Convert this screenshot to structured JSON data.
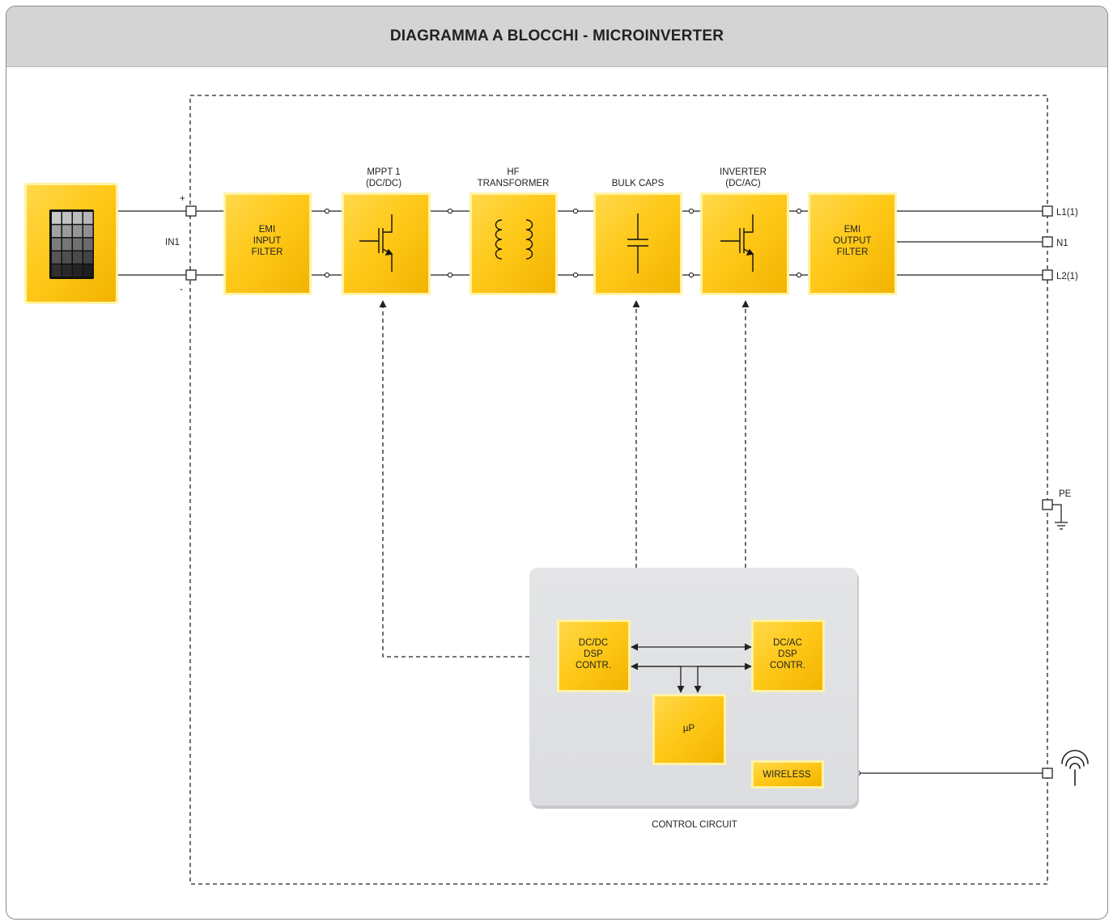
{
  "header": {
    "title": "DIAGRAMMA A BLOCCHI - MICROINVERTER"
  },
  "colors": {
    "block_fill": "#ffcc1f",
    "block_glow": "#fff2a6",
    "control_panel": "#e2e3e5",
    "line": "#222222"
  },
  "input": {
    "plus": "+",
    "minus": "-",
    "label": "IN1",
    "pv_panel_icon": "solar-panel-icon"
  },
  "stages": [
    {
      "title": [
        "MPPT 1",
        "(DC/DC)"
      ],
      "icon": "transistor-icon"
    },
    {
      "title": [
        "HF",
        "TRANSFORMER"
      ],
      "icon": "transformer-icon"
    },
    {
      "title": [
        "BULK CAPS"
      ],
      "icon": "capacitor-icon"
    },
    {
      "title": [
        "INVERTER",
        "(DC/AC)"
      ],
      "icon": "transistor-icon"
    }
  ],
  "filters": {
    "input": [
      "EMI",
      "INPUT",
      "FILTER"
    ],
    "output": [
      "EMI",
      "OUTPUT",
      "FILTER"
    ]
  },
  "outputs": {
    "l1": "L1(1)",
    "n1": "N1",
    "l2": "L2(1)",
    "pe": "PE",
    "antenna_icon": "antenna-icon",
    "ground_icon": "ground-icon"
  },
  "control": {
    "caption": "CONTROL CIRCUIT",
    "dcdc": [
      "DC/DC",
      "DSP",
      "CONTR."
    ],
    "dcac": [
      "DC/AC",
      "DSP",
      "CONTR."
    ],
    "mcu": "µP",
    "wireless": "WIRELESS"
  }
}
